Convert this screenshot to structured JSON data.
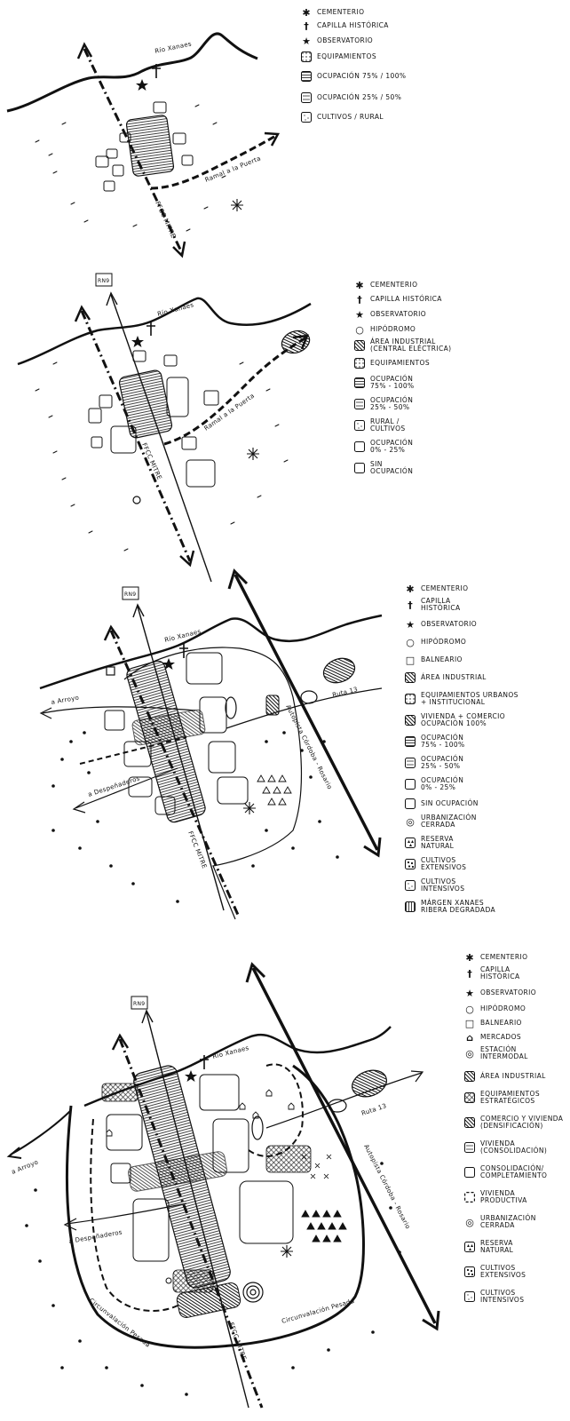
{
  "panels": [
    {
      "labels": {
        "river": "Río Xanaes",
        "rail": "FFCC MITRE",
        "road_1": "Ramal a la Puerta"
      },
      "legend": [
        {
          "icon": "asterisk-icon",
          "text": "Cementerio"
        },
        {
          "icon": "cross-icon",
          "text": "Capilla Histórica"
        },
        {
          "icon": "star-icon",
          "text": "Observatorio"
        },
        {
          "icon": "dotted-square-icon",
          "text": "Equipamientos"
        },
        {
          "icon": "hatched-square-icon",
          "text": "Ocupación 75% / 100%"
        },
        {
          "icon": "lined-square-icon",
          "text": "Ocupación 25% / 50%"
        },
        {
          "icon": "sparse-square-icon",
          "text": "Cultivos / Rural"
        }
      ]
    },
    {
      "labels": {
        "river": "Río Xanaes",
        "rail": "FFCC MITRE",
        "road_1": "Ramal a la Puerta",
        "route_tag": "RN9"
      },
      "legend": [
        {
          "icon": "asterisk-icon",
          "text": "Cementerio"
        },
        {
          "icon": "cross-icon",
          "text": "Capilla Histórica"
        },
        {
          "icon": "star-icon",
          "text": "Observatorio"
        },
        {
          "icon": "circle-icon",
          "text": "Hipódromo"
        },
        {
          "icon": "dark-hatched-square-icon",
          "text": "Área Industrial\n(Central Eléctrica)"
        },
        {
          "icon": "dotted-square-icon",
          "text": "Equipamientos"
        },
        {
          "icon": "hatched-square-icon",
          "text": "Ocupación\n75% - 100%"
        },
        {
          "icon": "lined-square-icon",
          "text": "Ocupación\n25% - 50%"
        },
        {
          "icon": "sparse-square-icon",
          "text": "Rural /\nCultivos"
        },
        {
          "icon": "empty-square-icon",
          "text": "Ocupación\n0% - 25%"
        },
        {
          "icon": "empty-square-icon",
          "text": "Sin\nOcupación"
        }
      ]
    },
    {
      "labels": {
        "river": "Río Xanaes",
        "rail": "FFCC MITRE",
        "route_tag": "RN9",
        "road_1": "a Arroyo",
        "road_2": "a Despeñaderos",
        "road_3": "Ruta 13",
        "road_4": "Autopista Córdoba - Rosario"
      },
      "legend": [
        {
          "icon": "asterisk-icon",
          "text": "Cementerio"
        },
        {
          "icon": "cross-icon",
          "text": "Capilla\nHistórica"
        },
        {
          "icon": "star-icon",
          "text": "Observatorio"
        },
        {
          "icon": "circle-icon",
          "text": "Hipódromo"
        },
        {
          "icon": "small-square-icon",
          "text": "Balneario"
        },
        {
          "icon": "dark-hatched-square-icon",
          "text": "Área Industrial"
        },
        {
          "icon": "dotted-square-icon",
          "text": "Equipamientos Urbanos\n+ Institucional"
        },
        {
          "icon": "dark-hatched-square-icon",
          "text": "Vivienda + Comercio\nOcupación 100%"
        },
        {
          "icon": "hatched-square-icon",
          "text": "Ocupación\n75% - 100%"
        },
        {
          "icon": "lined-square-icon",
          "text": "Ocupación\n25% - 50%"
        },
        {
          "icon": "empty-square-icon",
          "text": "Ocupación\n0% - 25%"
        },
        {
          "icon": "empty-square-icon",
          "text": "Sin Ocupación"
        },
        {
          "icon": "ring-icon",
          "text": "Urbanización\nCerrada"
        },
        {
          "icon": "triangles-square-icon",
          "text": "Reserva\nNatural"
        },
        {
          "icon": "dots-square-icon",
          "text": "Cultivos\nExtensivos"
        },
        {
          "icon": "sparse-square-icon",
          "text": "Cultivos\nIntensivos"
        },
        {
          "icon": "vertical-lines-square-icon",
          "text": "Márgen Xanaes\nRibera Degradada"
        }
      ]
    },
    {
      "labels": {
        "river": "Río Xanaes",
        "rail": "FFCC MITRE",
        "route_tag": "RN9",
        "road_1": "a Arroyo",
        "road_2": "a Despeñaderos",
        "road_3": "Ruta 13",
        "road_4": "Autopista Córdoba - Rosario",
        "ring_1": "Circunvalación Pesada",
        "ring_2": "Circunvalación Pesada"
      },
      "legend": [
        {
          "icon": "asterisk-icon",
          "text": "Cementerio"
        },
        {
          "icon": "cross-icon",
          "text": "Capilla\nHistórica"
        },
        {
          "icon": "star-icon",
          "text": "Observatorio"
        },
        {
          "icon": "circle-icon",
          "text": "Hipódromo"
        },
        {
          "icon": "small-square-icon",
          "text": "Balneario"
        },
        {
          "icon": "house-icon",
          "text": "Mercados"
        },
        {
          "icon": "spiral-icon",
          "text": "Estación\nIntermodal"
        },
        {
          "icon": "dark-hatched-square-icon",
          "text": "Área Industrial"
        },
        {
          "icon": "cross-hatched-square-icon",
          "text": "Equipamientos\nEstratégicos"
        },
        {
          "icon": "dark-hatched-square-icon",
          "text": "Comercio y Vivienda\n(Densificación)"
        },
        {
          "icon": "lined-square-icon",
          "text": "Vivienda\n(Consolidación)"
        },
        {
          "icon": "empty-square-icon",
          "text": "Consolidación/\nCompletamiento"
        },
        {
          "icon": "dashed-square-icon",
          "text": "Vivienda\nProductiva"
        },
        {
          "icon": "ring-icon",
          "text": "Urbanización\nCerrada"
        },
        {
          "icon": "triangles-square-icon",
          "text": "Reserva\nNatural"
        },
        {
          "icon": "dots-square-icon",
          "text": "Cultivos\nExtensivos"
        },
        {
          "icon": "sparse-square-icon",
          "text": "Cultivos\nIntensivos"
        }
      ]
    }
  ]
}
